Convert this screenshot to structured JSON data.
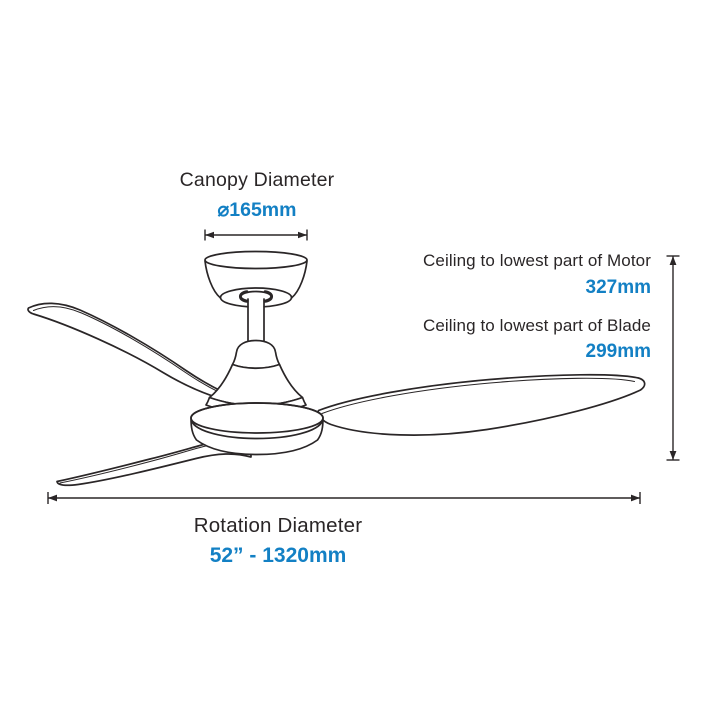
{
  "diagram": {
    "canopy": {
      "label": "Canopy Diameter",
      "value": "⌀165mm"
    },
    "motor": {
      "label": "Ceiling to lowest part of Motor",
      "value": "327mm"
    },
    "blade": {
      "label": "Ceiling to lowest part of Blade",
      "value": "299mm"
    },
    "rotation": {
      "label": "Rotation Diameter",
      "value": "52” - 1320mm"
    }
  },
  "colors": {
    "accent_blue": "#1380c4",
    "line_ink": "#2a2627"
  }
}
